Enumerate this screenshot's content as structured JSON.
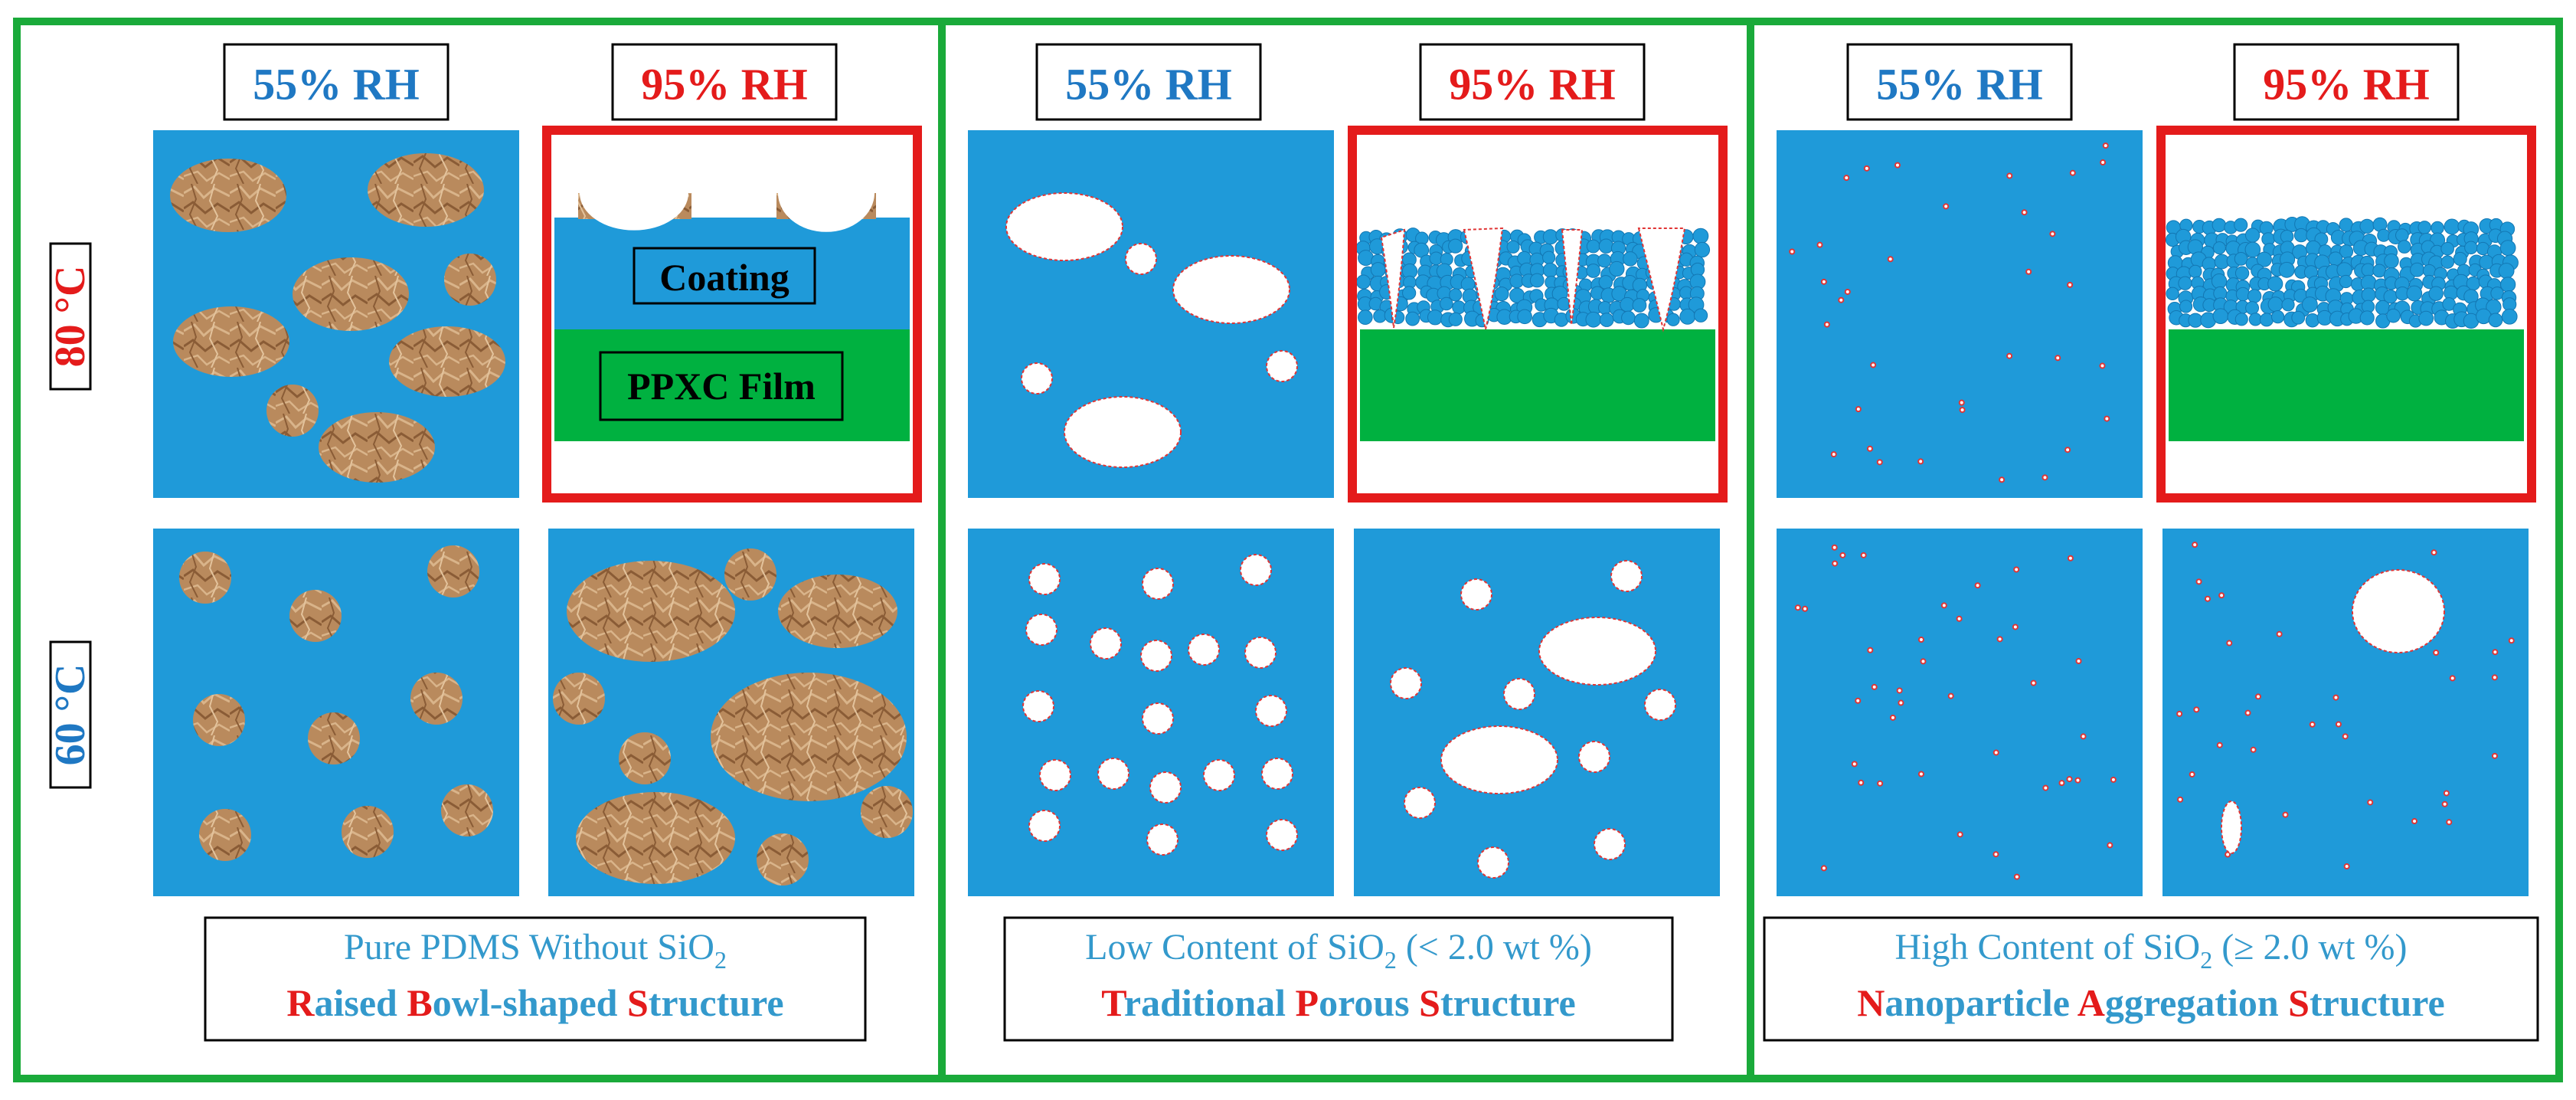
{
  "colors": {
    "panel_frame": "#1aaa3a",
    "blue": "#1f9ad9",
    "label_blue": "#1f78c3",
    "red": "#e41b1b",
    "green_film": "#00b140",
    "bowl": "#b98a5d",
    "bowl_dark": "#8a5c36",
    "pore_edge": "#e03535",
    "text_dark": "#000000",
    "caption_blue": "#3399cc"
  },
  "row_labels": {
    "top": "80 °C",
    "bottom": "60 °C"
  },
  "panels": [
    {
      "col_labels": [
        "55% RH",
        "95% RH"
      ],
      "caption_line1": [
        "Pure PDMS Without SiO",
        "2",
        ""
      ],
      "caption_line2": [
        {
          "text": "R",
          "red": true
        },
        {
          "text": "aised ",
          "red": false
        },
        {
          "text": "B",
          "red": true
        },
        {
          "text": "owl-shaped ",
          "red": false
        },
        {
          "text": "S",
          "red": true
        },
        {
          "text": "tructure",
          "red": false
        }
      ]
    },
    {
      "col_labels": [
        "55% RH",
        "95% RH"
      ],
      "caption_line1": [
        "Low Content of SiO",
        "2",
        " (< 2.0 wt %)"
      ],
      "caption_line2": [
        {
          "text": "T",
          "red": true
        },
        {
          "text": "raditional ",
          "red": false
        },
        {
          "text": "P",
          "red": true
        },
        {
          "text": "orous ",
          "red": false
        },
        {
          "text": "S",
          "red": true
        },
        {
          "text": "tructure",
          "red": false
        }
      ]
    },
    {
      "col_labels": [
        "55% RH",
        "95% RH"
      ],
      "caption_line1": [
        "High Content of SiO",
        "2",
        " (≥ 2.0 wt %)"
      ],
      "caption_line2": [
        {
          "text": "N",
          "red": true
        },
        {
          "text": "anoparticle ",
          "red": false
        },
        {
          "text": "A",
          "red": true
        },
        {
          "text": "ggregation ",
          "red": false
        },
        {
          "text": "S",
          "red": true
        },
        {
          "text": "tructure",
          "red": false
        }
      ]
    }
  ],
  "cross_section_labels": {
    "coating": "Coating",
    "film": "PPXC Film"
  }
}
